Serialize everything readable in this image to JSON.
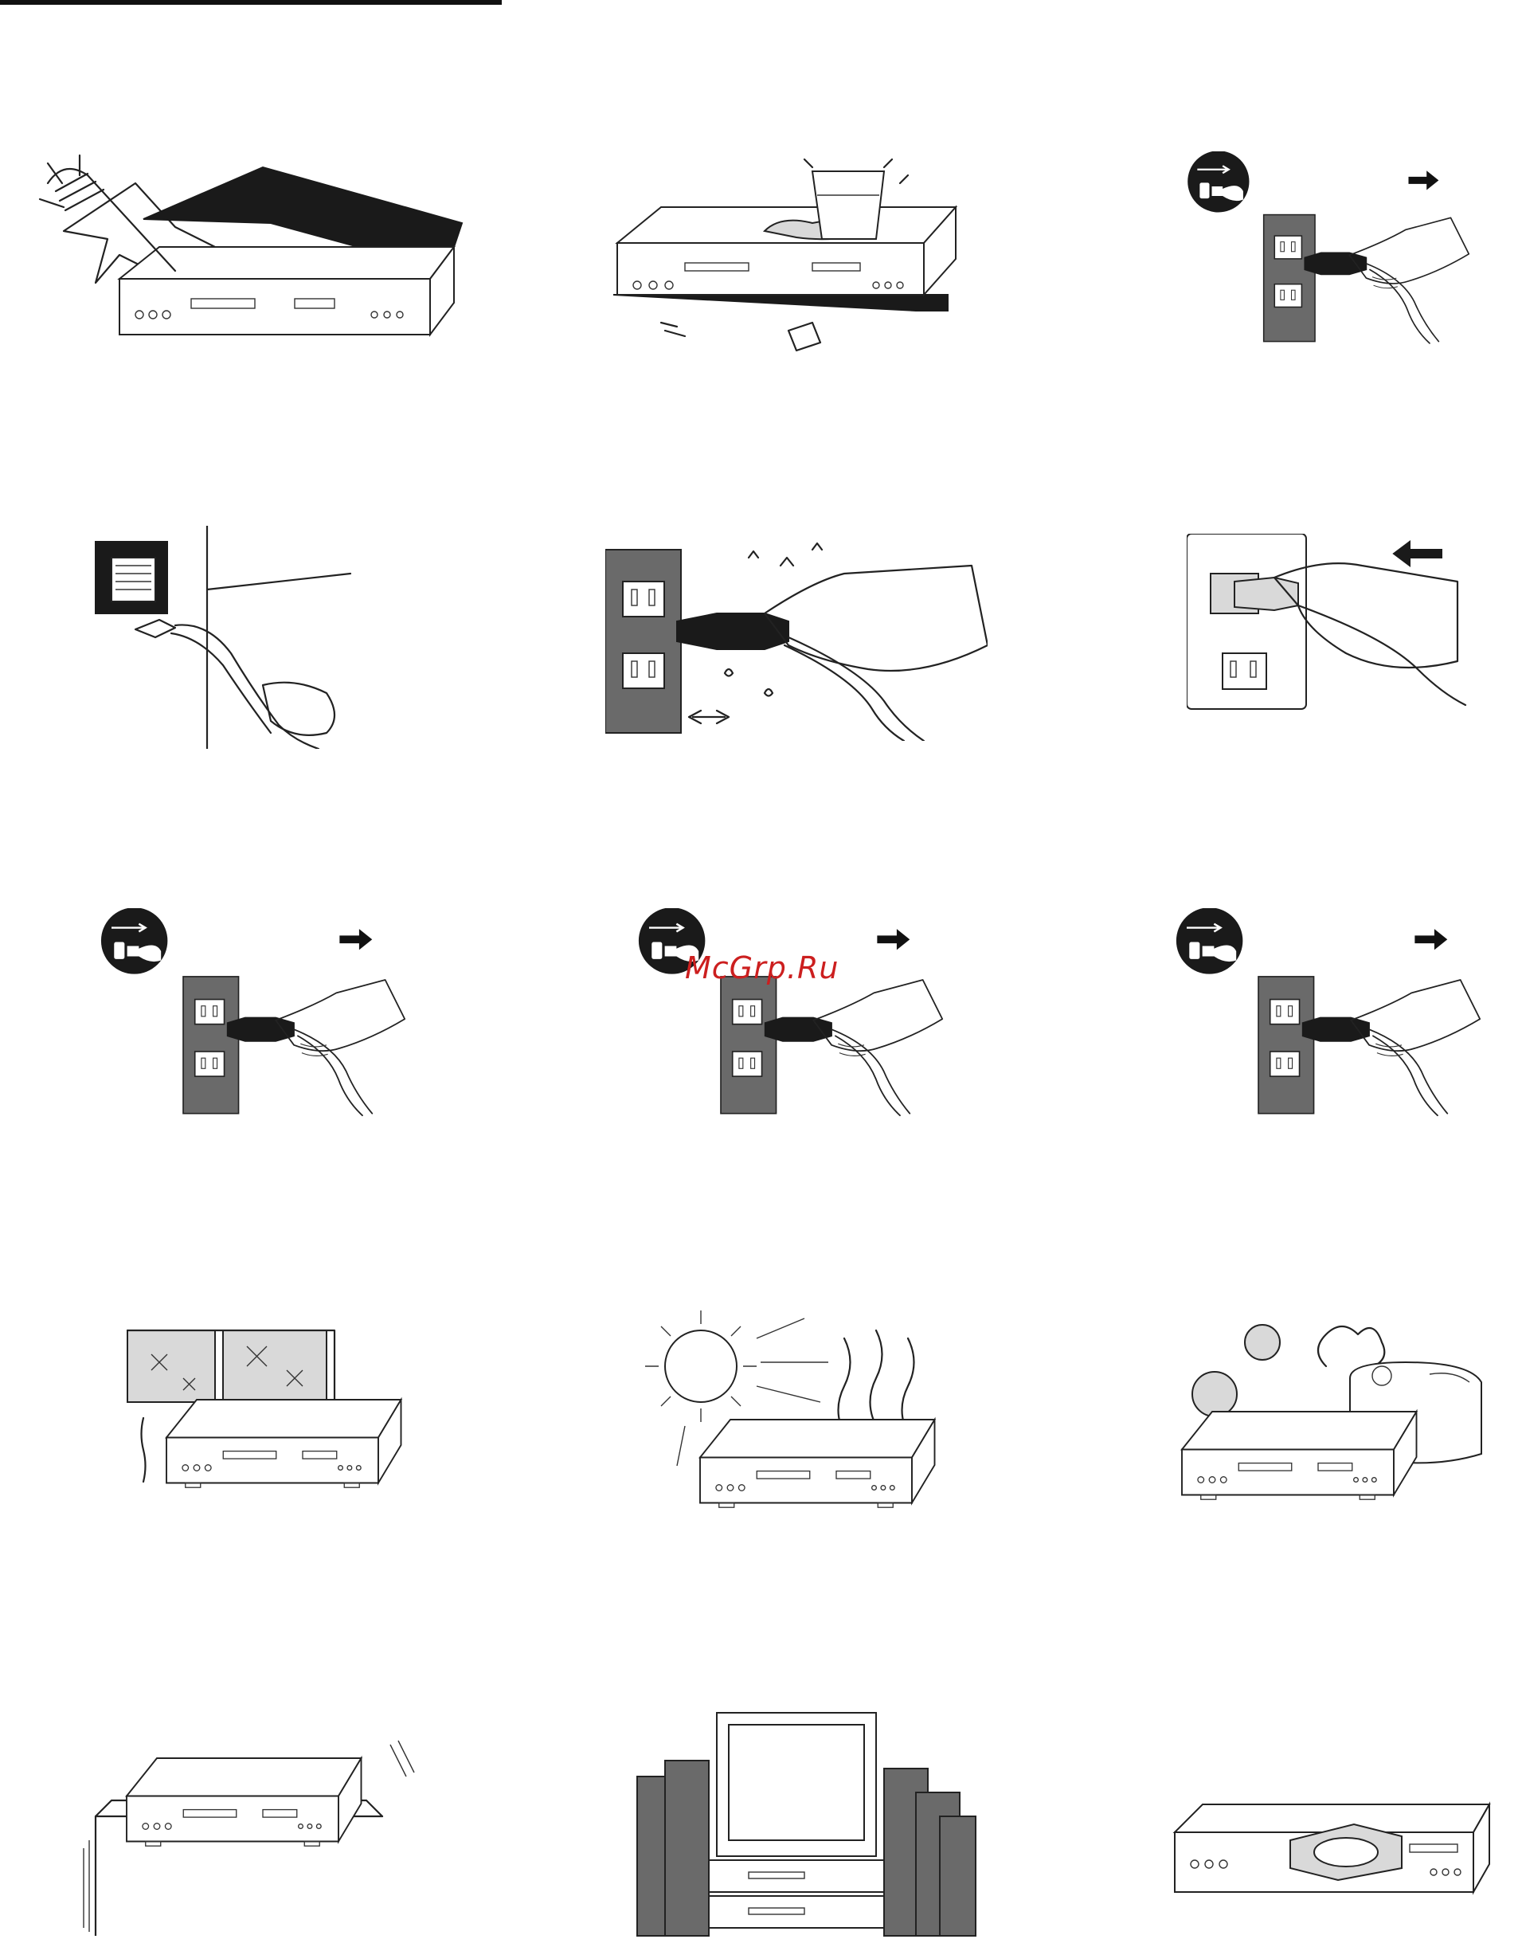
{
  "watermark": {
    "text": "McGrp.Ru",
    "color": "#cc1f1f"
  },
  "illustrations": [
    {
      "id": "no-screwdriver-inside",
      "icon": "screwdriver-spark"
    },
    {
      "id": "no-liquids-or-objects-on-top",
      "icon": "glass-of-water"
    },
    {
      "id": "unplug-plug-1",
      "icon": "unplug-symbol"
    },
    {
      "id": "cord-near-heater",
      "icon": "heater-cord"
    },
    {
      "id": "wet-hands-plug",
      "icon": "wet-hand-plug"
    },
    {
      "id": "insert-plug-fully",
      "icon": "plug-insert"
    },
    {
      "id": "unplug-plug-2",
      "icon": "unplug-symbol"
    },
    {
      "id": "unplug-plug-3",
      "icon": "unplug-symbol"
    },
    {
      "id": "unplug-plug-4",
      "icon": "unplug-symbol"
    },
    {
      "id": "condensation-cold-window",
      "icon": "snow-window"
    },
    {
      "id": "direct-sunlight-heat",
      "icon": "sun-heat"
    },
    {
      "id": "dust-humidity",
      "icon": "humidifier-dust"
    },
    {
      "id": "unstable-surface",
      "icon": "tilted-shelf"
    },
    {
      "id": "speakers-tv-placement",
      "icon": "tv-speakers"
    },
    {
      "id": "disc-tray",
      "icon": "open-tray"
    }
  ]
}
